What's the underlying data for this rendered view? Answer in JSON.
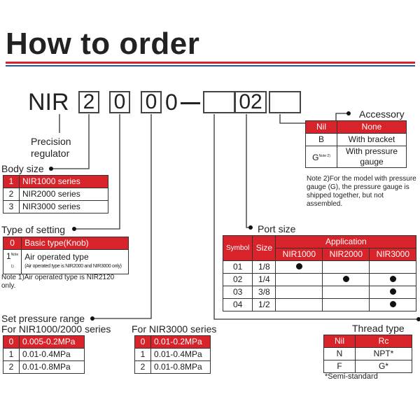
{
  "title": "How to order",
  "code": {
    "prefix": "NIR",
    "digits": [
      "2",
      "0",
      "0",
      "0"
    ],
    "dash": "—",
    "port": "02"
  },
  "precision": "Precision\nregulator",
  "accessory": {
    "heading": "Accessory",
    "rows": [
      [
        "Nil",
        "None"
      ],
      [
        "B",
        "With bracket"
      ],
      [
        "G",
        "With pressure gauge"
      ]
    ],
    "g_note": "Note 2)",
    "note": "Note 2)For the model with pressure gauge (G), the pressure gauge is shipped together, but not assembled."
  },
  "body_size": {
    "heading": "Body size",
    "rows": [
      [
        "1",
        "NIR1000 series"
      ],
      [
        "2",
        "NIR2000 series"
      ],
      [
        "3",
        "NIR3000 series"
      ]
    ]
  },
  "setting": {
    "heading": "Type of setting",
    "row0": [
      "0",
      "Basic type(Knob)"
    ],
    "row1_code": "1",
    "row1_note": "Note 1)",
    "row1_label": "Air operated type",
    "row1_sub": "(Air operated type is NIR2000 and NIR3000 only)",
    "note": "Note 1)Air operated type is NIR2120 only."
  },
  "port": {
    "heading": "Port size",
    "col_symbol": "Symbol",
    "col_size": "Size",
    "col_app": "Application",
    "models": [
      "NIR1000",
      "NIR2000",
      "NIR3000"
    ],
    "rows": [
      {
        "symbol": "01",
        "size": "1/8",
        "marks": [
          true,
          false,
          false
        ]
      },
      {
        "symbol": "02",
        "size": "1/4",
        "marks": [
          false,
          true,
          true
        ]
      },
      {
        "symbol": "03",
        "size": "3/8",
        "marks": [
          false,
          false,
          true
        ]
      },
      {
        "symbol": "04",
        "size": "1/2",
        "marks": [
          false,
          false,
          true
        ]
      }
    ]
  },
  "pressure": {
    "heading": "Set pressure range",
    "sub1": "For NIR1000/2000 series",
    "sub2": "For NIR3000 series",
    "table1": [
      [
        "0",
        "0.005-0.2MPa"
      ],
      [
        "1",
        "0.01-0.4MPa"
      ],
      [
        "2",
        "0.01-0.8MPa"
      ]
    ],
    "table2": [
      [
        "0",
        "0.01-0.2MPa"
      ],
      [
        "1",
        "0.01-0.4MPa"
      ],
      [
        "2",
        "0.01-0.8MPa"
      ]
    ]
  },
  "thread": {
    "heading": "Thread type",
    "rows": [
      [
        "Nil",
        "Rc"
      ],
      [
        "N",
        "NPT*"
      ],
      [
        "F",
        "G*"
      ]
    ],
    "note": "*Semi-standard"
  },
  "colors": {
    "accent_red": "#d8232a",
    "accent_blue": "#1f5aa8"
  }
}
